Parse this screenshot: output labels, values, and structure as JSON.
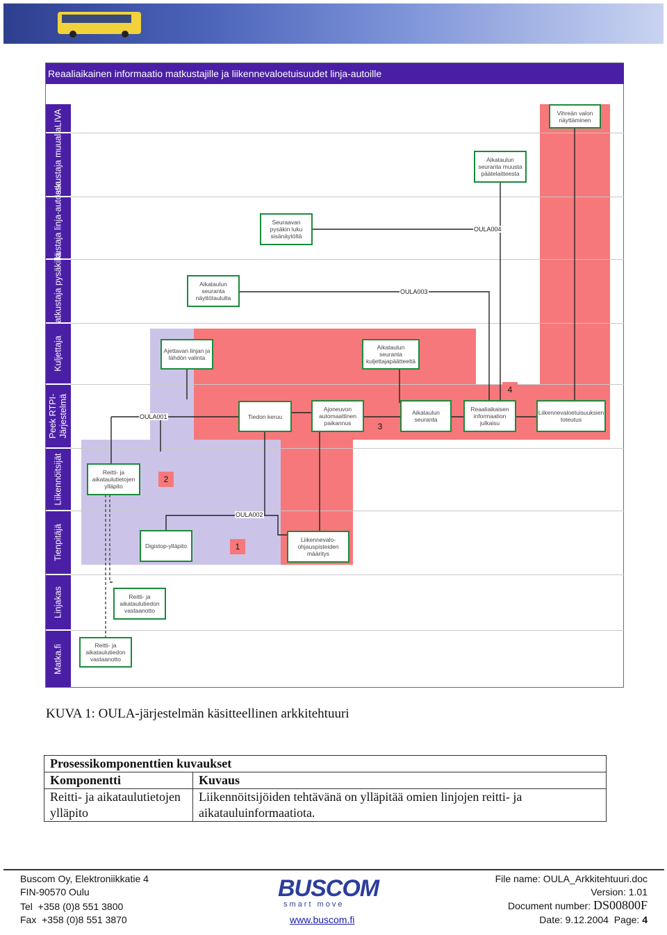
{
  "header": {
    "banner_icon": "bus-photo-banner"
  },
  "diagram": {
    "title": "Reaaliaikainen informaatio matkustajille ja liikennevaloetuisuudet linja-autoille",
    "lanes": [
      "LIVA",
      "Matkustaja muualla",
      "Matkustaja linja-autossa",
      "Matkustaja pysäkillä",
      "Kuljettaja",
      "Peek RTPI-Järjestelmä",
      "Liikennöitsijät",
      "Tienpitäjä",
      "Linjakas",
      "Matka.fi"
    ],
    "boxes": {
      "vihrean_valon": "Vihreän valon näyttäminen",
      "aikataulun_muualla": "Aikataulun seuranta muusta päätelaitteesta",
      "seuraavan_pysakin": "Seuraavan pysäkin luku sisänäytöltä",
      "aikataulun_naytto": "Aikataulun seuranta näyttötaululta",
      "ajettavan_linjan": "Ajettavan linjan ja lähdön valinta",
      "aikataulun_kuljettaja": "Aikataulun seuranta kuljettajapäätteeltä",
      "tiedon_keruu": "Tiedon keruu",
      "ajoneuvon": "Ajoneuvon automaattinen paikannus",
      "aikataulun_seuranta": "Aikataulun seuranta",
      "reaaliaikaisen": "Reaaliaikaisen informaation julkaisu",
      "liikennevaloetuisuuksien": "Liikennevaloetuisuuksien toteutus",
      "reitti_yllapito": "Reitti- ja aikataulutietojen ylläpito",
      "digistop": "Digistop-ylläpito",
      "liikennevalo_ohjaus": "Liikennevalo-ohjauspisteiden määritys",
      "reitti_linjakas": "Reitti- ja aikataulutiedon vastaanotto",
      "reitti_matka": "Reitti- ja aikataulutiedon vastaanotto"
    },
    "codes": {
      "oula001": "OULA001",
      "oula002": "OULA002",
      "oula003": "OULA003",
      "oula004": "OULA004"
    },
    "numbers": {
      "n1": "1",
      "n2": "2",
      "n3": "3",
      "n4": "4"
    },
    "colors": {
      "lane_header": "#4b1fa5",
      "red_region": "#f7787a",
      "lavender_region": "#ccc4e8",
      "box_border": "#1a8a3a"
    }
  },
  "caption": "KUVA 1: OULA-järjestelmän käsitteellinen arkkitehtuuri",
  "process_table": {
    "heading": "Prosessikomponenttien kuvaukset",
    "col1_header": "Komponentti",
    "col2_header": "Kuvaus",
    "rows": [
      {
        "component": "Reitti- ja aikataulutietojen ylläpito",
        "description": "Liikennöitsijöiden tehtävänä on ylläpitää omien linjojen reitti- ja aikatauluinformaatiota."
      }
    ]
  },
  "footer": {
    "company": "Buscom Oy, Elektroniikkatie 4",
    "postal": "FIN-90570 Oulu",
    "tel": "Tel  +358 (0)8 551 3800",
    "fax": "Fax  +358 (0)8 551 3870",
    "logo_word": "BUSCOM",
    "logo_tag": "smart move",
    "website": "www.buscom.fi",
    "file_name": "File name: OULA_Arkkitehtuuri.doc",
    "version": "Version: 1.01",
    "doc_number_label": "Document number:",
    "doc_number": "DS00800F",
    "date": "Date: 9.12.2004",
    "page_label": "Page:",
    "page": "4"
  }
}
